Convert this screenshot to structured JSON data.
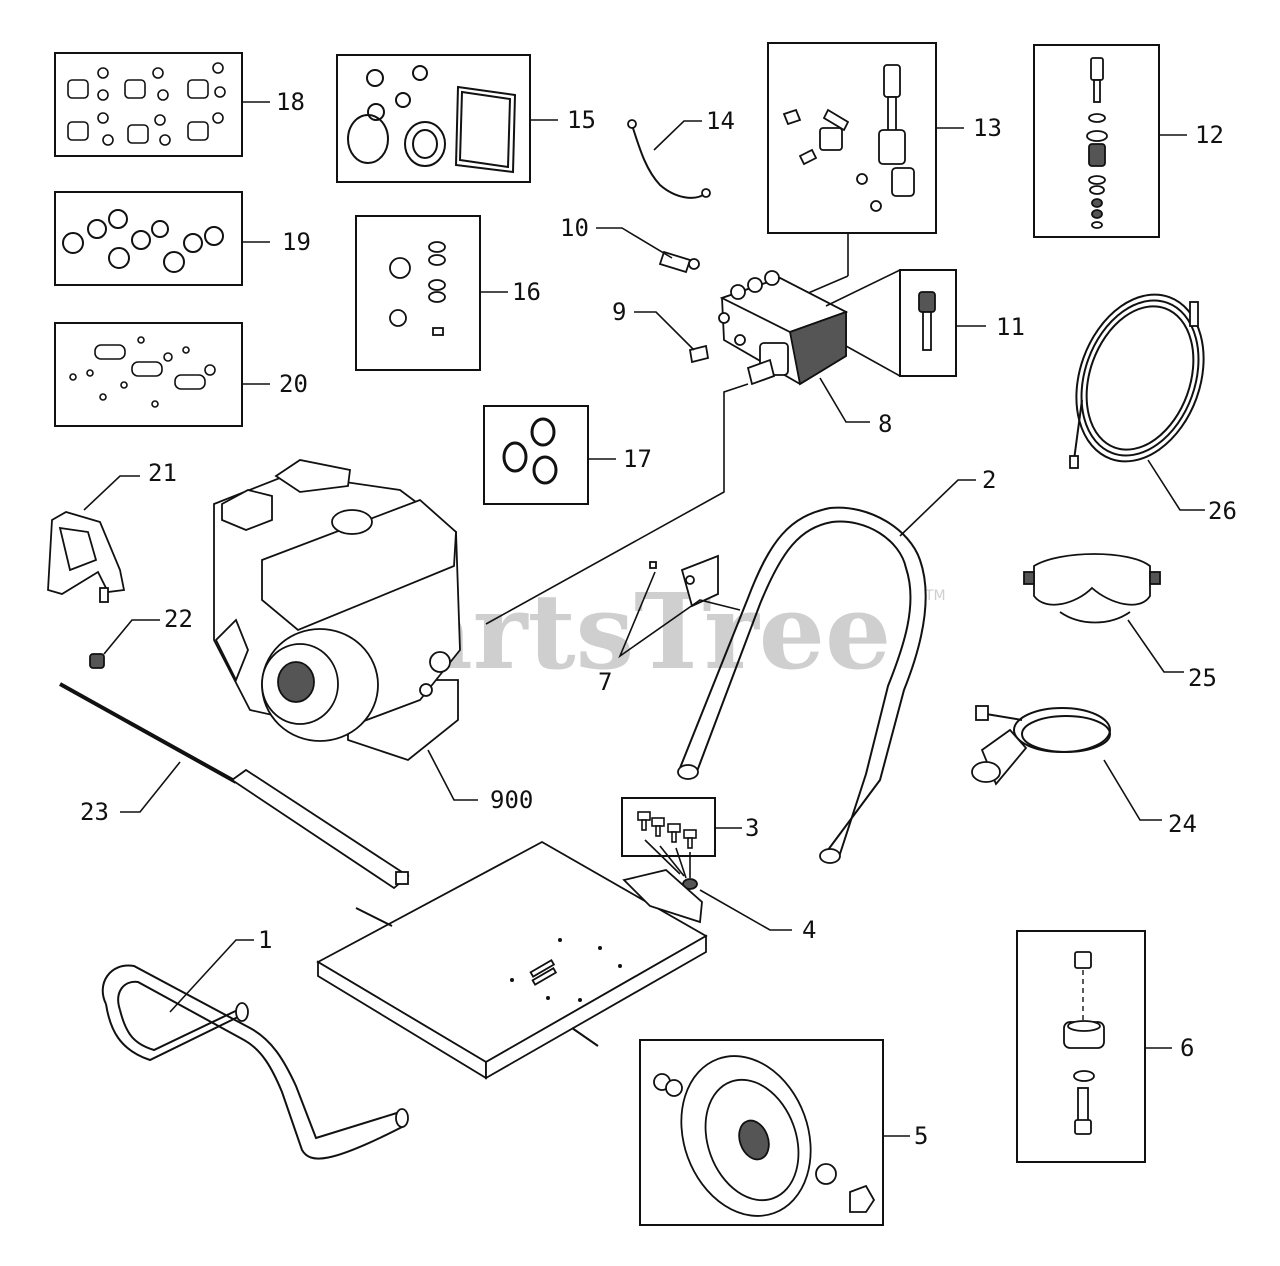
{
  "watermark": {
    "text": "PartsTree",
    "trademark": "TM"
  },
  "labels": {
    "l1": "1",
    "l2": "2",
    "l3": "3",
    "l4": "4",
    "l5": "5",
    "l6": "6",
    "l7": "7",
    "l8": "8",
    "l9": "9",
    "l10": "10",
    "l11": "11",
    "l12": "12",
    "l13": "13",
    "l14": "14",
    "l15": "15",
    "l16": "16",
    "l17": "17",
    "l18": "18",
    "l19": "19",
    "l20": "20",
    "l21": "21",
    "l22": "22",
    "l23": "23",
    "l24": "24",
    "l25": "25",
    "l26": "26",
    "l900": "900"
  }
}
